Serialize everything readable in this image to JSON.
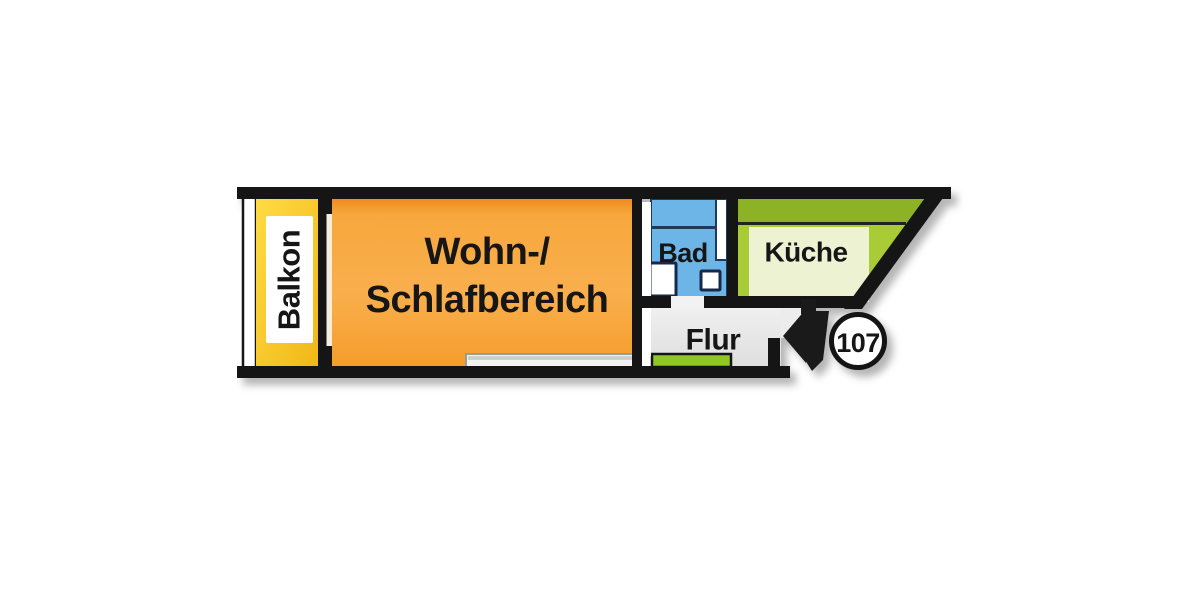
{
  "floorplan": {
    "unit": {
      "number": "107"
    },
    "rooms": {
      "balcony": {
        "label": "Balkon",
        "color": "#f9c91f"
      },
      "living": {
        "label_line1": "Wohn-/",
        "label_line2": "Schlafbereich",
        "color": "#f8ab45"
      },
      "bath": {
        "label": "Bad",
        "color": "#6db4e7"
      },
      "kitchen": {
        "label": "Küche",
        "color": "#a9cb35"
      },
      "hall": {
        "label": "Flur",
        "color": "#e8e8e8"
      }
    },
    "colors": {
      "wall": "#151515",
      "background": "#ffffff",
      "kitchen_band_dark": "#8db226",
      "kitchen_panel_light": "#edf2d3",
      "hall_accent_strip": "#8fc826",
      "bath_outline": "#1d3a5f"
    }
  }
}
